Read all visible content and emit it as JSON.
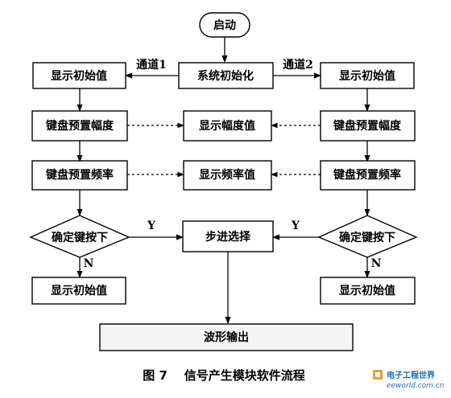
{
  "nodes": {
    "start": "启动",
    "init": "系统初始化",
    "left_show_init": "显示初始值",
    "right_show_init": "显示初始值",
    "left_set_amp": "键盘预置幅度",
    "show_amp": "显示幅度值",
    "right_set_amp": "键盘预置幅度",
    "left_set_freq": "键盘预置频率",
    "show_freq": "显示频率值",
    "right_set_freq": "键盘预置频率",
    "left_confirm": "确定键按下",
    "step_select": "步进选择",
    "right_confirm": "确定键按下",
    "left_show_init_2": "显示初始值",
    "right_show_init_2": "显示初始值",
    "wave_output": "波形输出"
  },
  "labels": {
    "channel1": "通道1",
    "channel2": "通道2",
    "left_yes": "Y",
    "right_yes": "Y",
    "left_no": "N",
    "right_no": "N"
  },
  "caption": "图 7    信号产生模块软件流程",
  "watermark": {
    "name": "电子工程世界",
    "url": "eeworld.com.cn"
  }
}
